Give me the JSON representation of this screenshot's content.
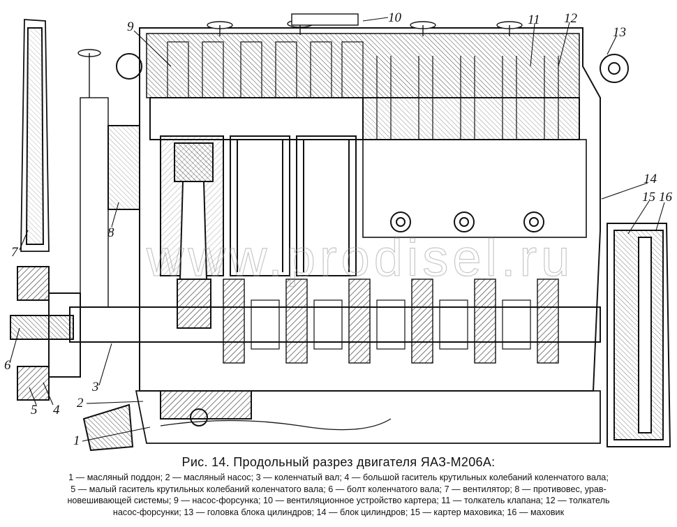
{
  "figure": {
    "caption_title": "Рис. 14. Продольный разрез двигателя ЯАЗ-М206А:",
    "watermark": "www.prodisel.ru",
    "callouts": [
      "1",
      "2",
      "3",
      "4",
      "5",
      "6",
      "7",
      "8",
      "9",
      "10",
      "11",
      "12",
      "13",
      "14",
      "15",
      "16"
    ],
    "legend_lines": [
      "1 — масляный поддон; 2 — масляный насос; 3 — коленчатый вал; 4 — большой гаситель крутильных колебаний коленчатого вала;",
      "5 — малый гаситель крутильных колебаний коленчатого вала; 6 — болт коленчатого вала; 7 — вентилятор; 8 — противовес, урав-",
      "новешивающей системы; 9 — насос-форсунка; 10 — вентиляционное устройство картера; 11 — толкатель клапана; 12 — толкатель",
      "насос-форсунки; 13 — головка блока цилиндров; 14 — блок цилиндров; 15 — картер маховика; 16 — маховик"
    ]
  },
  "colors": {
    "ink": "#111111",
    "paper": "#ffffff",
    "hatch": "#333333",
    "watermark": "#9a9a9a"
  }
}
